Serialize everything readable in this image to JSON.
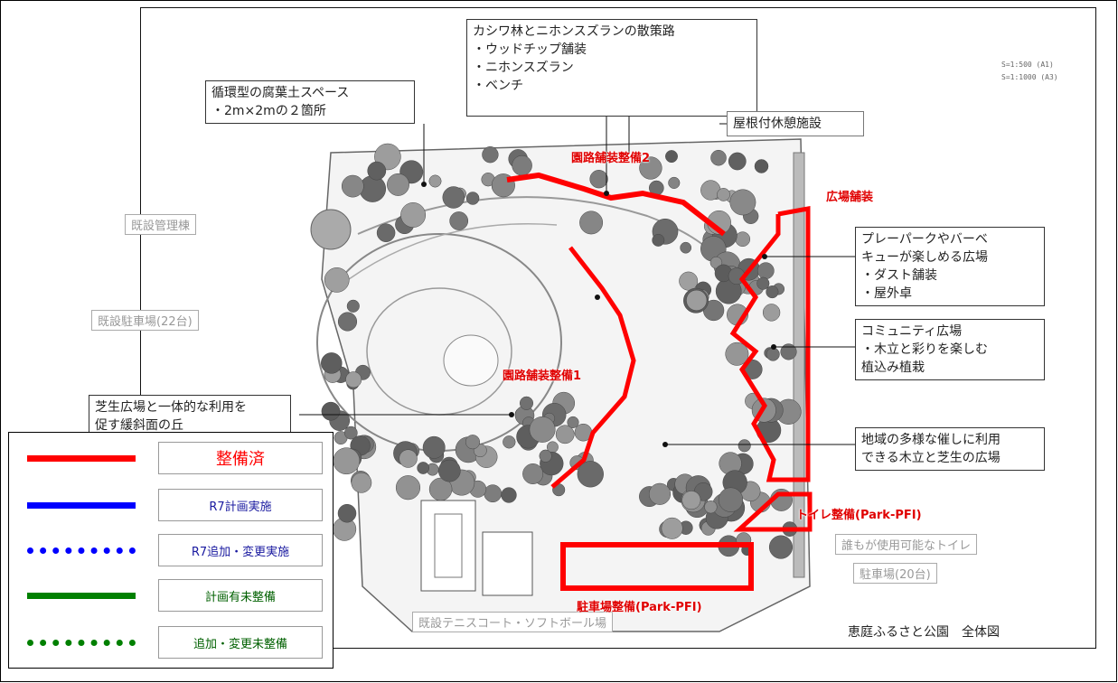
{
  "callouts": {
    "path_title": "カシワ林とニホンスズランの散策路",
    "path_items": [
      "・ウッドチップ舗装",
      "・ニホンスズラン",
      "・ベンチ"
    ],
    "compost_title": "循環型の腐葉土スペース",
    "compost_item": "・2m×2mの２箇所",
    "shelter": "屋根付休憩施設",
    "playpark_line1": "プレーパークやバーベ",
    "playpark_line2": "キューが楽しめる広場",
    "playpark_items": [
      "・ダスト舗装",
      "・屋外卓"
    ],
    "community_title": "コミュニティ広場",
    "community_line1": "・木立と彩りを楽しむ",
    "community_line2": "植込み植栽",
    "events_line1": "地域の多様な催しに利用",
    "events_line2": "できる木立と芝生の広場",
    "slope_line1": "芝生広場と一体的な利用を",
    "slope_line2": "促す緩斜面の丘",
    "sheet_title": "恵庭ふるさと公園　全体図"
  },
  "faint_labels": {
    "admin_building": "既設管理棟",
    "parking_22": "既設駐車場(22台)",
    "tennis": "既設テニスコート・ソフトボール場",
    "parking_20": "駐車場(20台)",
    "toilet_faint": "誰もが使用可能なトイレ",
    "scale_1": "S=1:500 (A1)",
    "scale_2": "S=1:1000 (A3)"
  },
  "red_labels": {
    "path2": "園路舗装整備2",
    "plaza": "広場舗装",
    "path1": "園路舗装整備1",
    "toilet": "トイレ整備(Park-PFI)",
    "parking": "駐車場整備(Park-PFI)"
  },
  "legend": [
    {
      "label": "整備済",
      "color": "#ff0000",
      "style": "solid"
    },
    {
      "label": "R7計画実施",
      "color": "#0000ff",
      "style": "solid"
    },
    {
      "label": "R7追加・変更実施",
      "color": "#0000ff",
      "style": "dotted"
    },
    {
      "label": "計画有未整備",
      "color": "#008000",
      "style": "solid"
    },
    {
      "label": "追加・変更未整備",
      "color": "#008000",
      "style": "dotted"
    }
  ],
  "colors": {
    "completed": "#ff0000",
    "r7": "#0000ff",
    "unbuilt": "#008000"
  }
}
